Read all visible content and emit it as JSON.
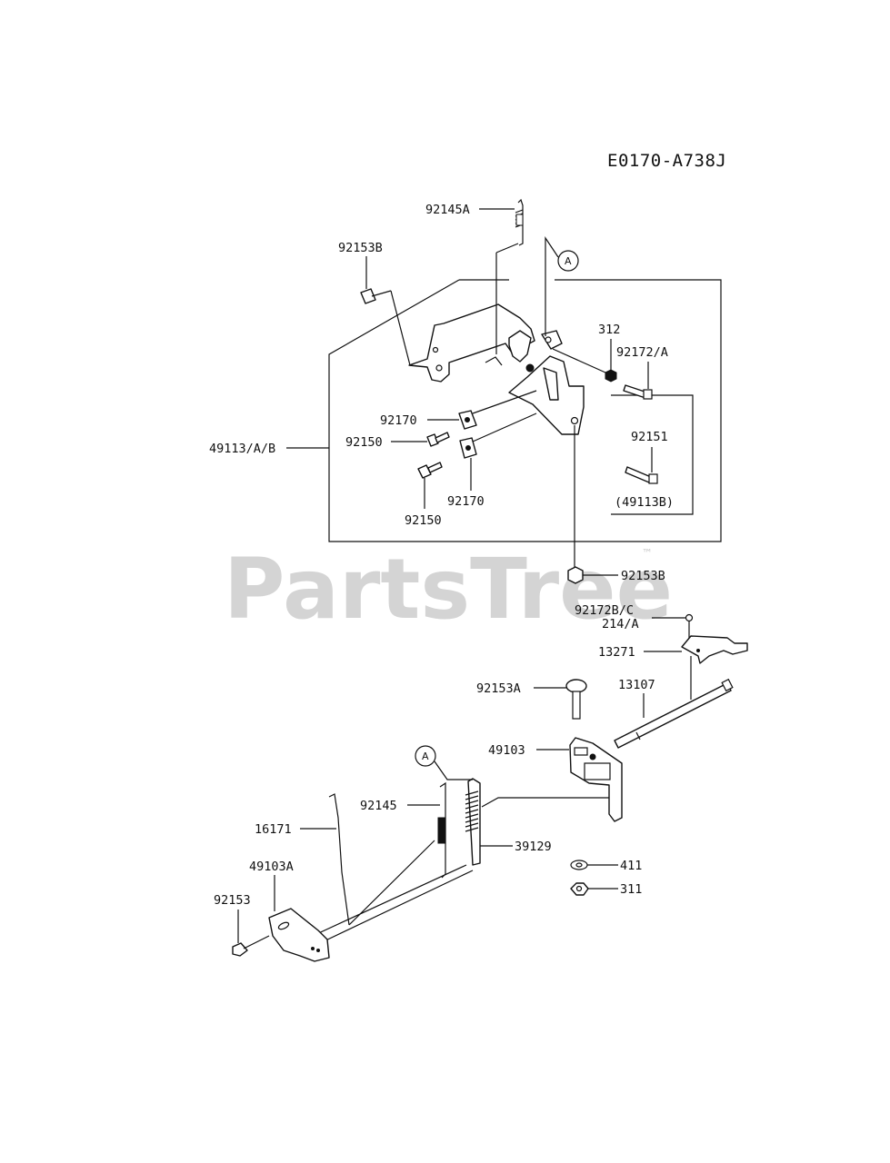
{
  "diagram_code": "E0170-A738J",
  "watermark": {
    "text": "PartsTree",
    "trademark": "™"
  },
  "callout": "A",
  "labels": {
    "p92145A": "92145A",
    "p92153B_top": "92153B",
    "p312": "312",
    "p92172A": "92172/A",
    "p92170_a": "92170",
    "p92150_a": "92150",
    "p49113AB": "49113/A/B",
    "p92151": "92151",
    "p49113B": "(49113B)",
    "p92170_b": "92170",
    "p92150_b": "92150",
    "p92153B_mid": "92153B",
    "p92172BC": "92172B/C",
    "p214A": "214/A",
    "p13271": "13271",
    "p92153A": "92153A",
    "p13107": "13107",
    "p49103": "49103",
    "p92145": "92145",
    "p16171": "16171",
    "p39129": "39129",
    "p49103A": "49103A",
    "p411": "411",
    "p311": "311",
    "p92153": "92153"
  }
}
